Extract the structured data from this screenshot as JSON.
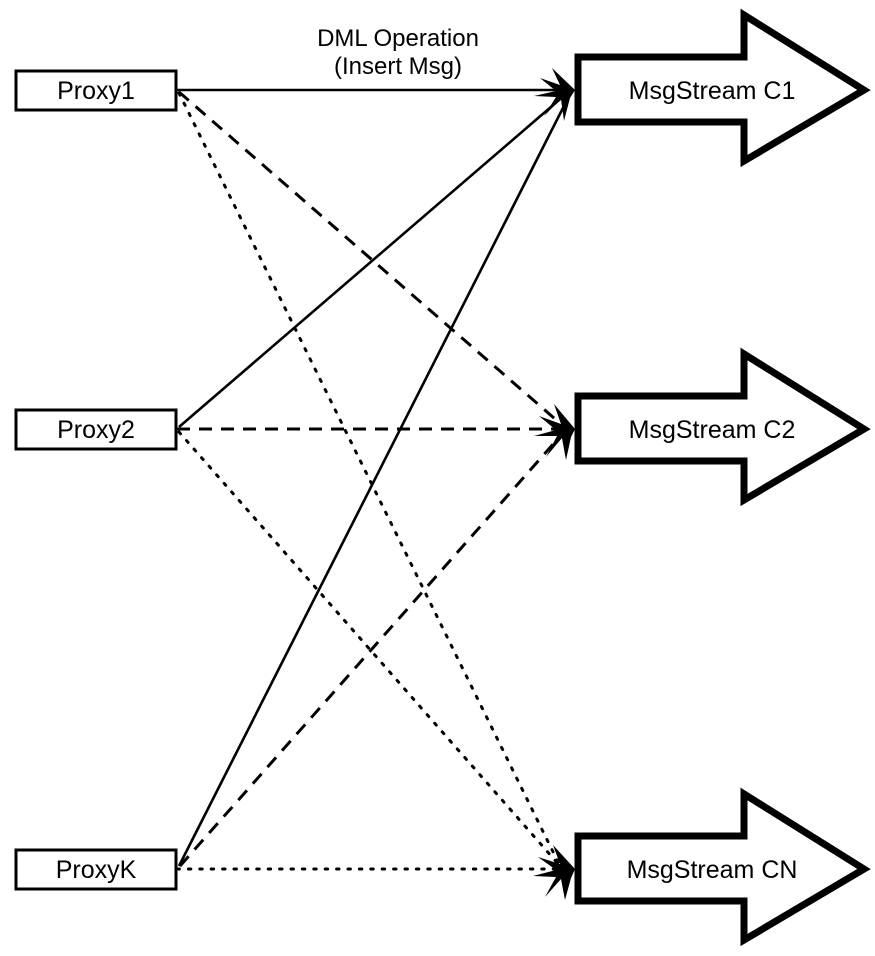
{
  "diagram": {
    "title": "Proxy to MsgStream routing diagram",
    "background_color": "#ffffff",
    "stroke_color": "#000000",
    "proxies": [
      {
        "id": "proxy1",
        "label": "Proxy1"
      },
      {
        "id": "proxy2",
        "label": "Proxy2"
      },
      {
        "id": "proxyk",
        "label": "ProxyK"
      }
    ],
    "streams": [
      {
        "id": "c1",
        "label": "MsgStream C1"
      },
      {
        "id": "c2",
        "label": "MsgStream C2"
      },
      {
        "id": "cn",
        "label": "MsgStream CN"
      }
    ],
    "edge_label": {
      "line1": "DML Operation",
      "line2": "(Insert Msg)"
    },
    "edge_styles": {
      "to_c1": "solid",
      "to_c2": "dashed",
      "to_cn": "dotted"
    },
    "edges": [
      {
        "from": "Proxy1",
        "to": "MsgStream C1",
        "style": "solid"
      },
      {
        "from": "Proxy2",
        "to": "MsgStream C1",
        "style": "solid"
      },
      {
        "from": "ProxyK",
        "to": "MsgStream C1",
        "style": "solid"
      },
      {
        "from": "Proxy1",
        "to": "MsgStream C2",
        "style": "dashed"
      },
      {
        "from": "Proxy2",
        "to": "MsgStream C2",
        "style": "dashed"
      },
      {
        "from": "ProxyK",
        "to": "MsgStream C2",
        "style": "dashed"
      },
      {
        "from": "Proxy1",
        "to": "MsgStream CN",
        "style": "dotted"
      },
      {
        "from": "Proxy2",
        "to": "MsgStream CN",
        "style": "dotted"
      },
      {
        "from": "ProxyK",
        "to": "MsgStream CN",
        "style": "dotted"
      }
    ]
  }
}
